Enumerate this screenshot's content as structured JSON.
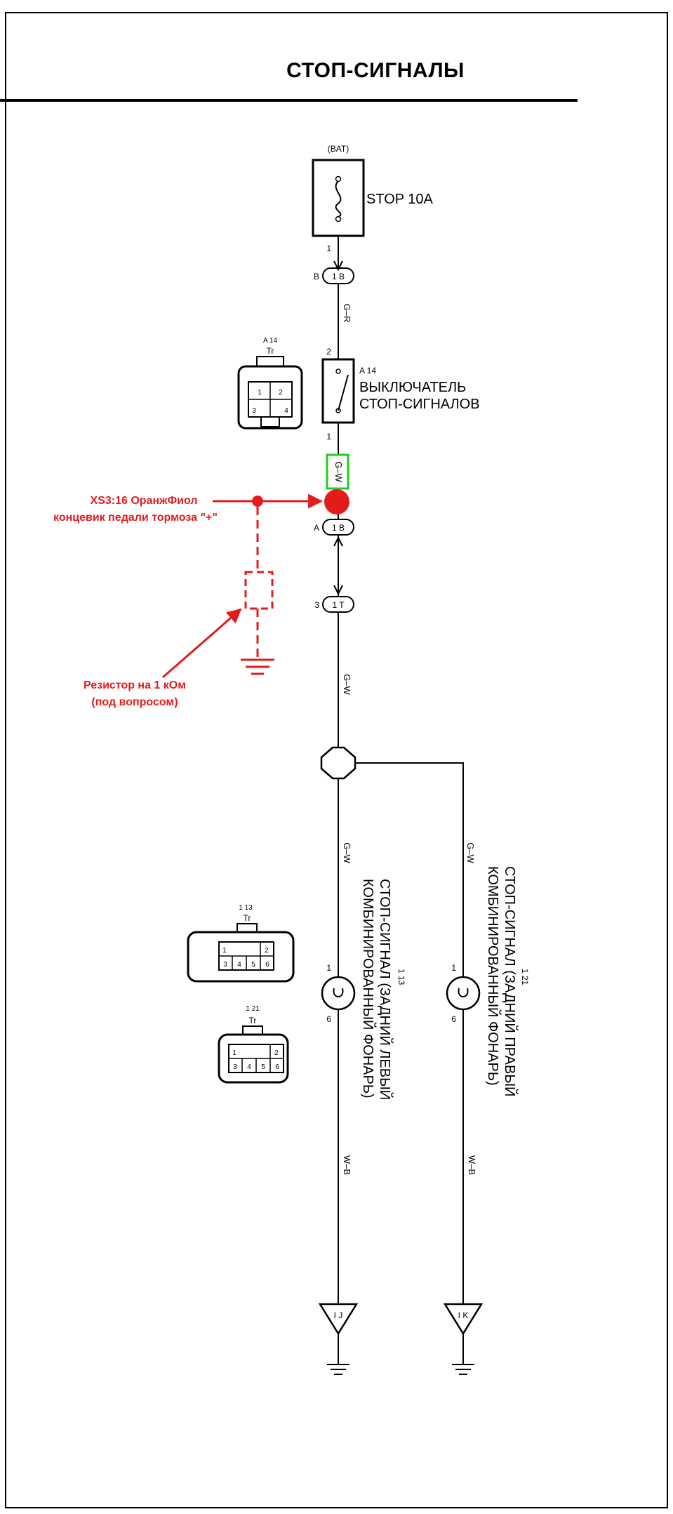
{
  "title": "СТОП-СИГНАЛЫ",
  "battery_label": "(BAT)",
  "fuse_label": "STOP 10A",
  "pin_labels": {
    "fuse_out": "1",
    "switch_in": "2",
    "switch_out": "1",
    "left_lamp_in": "1",
    "left_lamp_out": "6",
    "right_lamp_in": "1",
    "right_lamp_out": "6"
  },
  "connectors": {
    "c1": {
      "side": "B",
      "text": "1 B"
    },
    "c2": {
      "side": "A",
      "text": "1 B"
    },
    "c3": {
      "side": "3",
      "text": "1 T"
    }
  },
  "wire_colors": {
    "fuse_to_switch": "G–R",
    "switch_out": "G–W",
    "main": "G–W",
    "left_branch": "G–W",
    "right_branch": "G–W",
    "left_ground": "W–B",
    "right_ground": "W–B"
  },
  "switch": {
    "code": "A  14",
    "line1": "ВЫКЛЮЧАТЕЛЬ",
    "line2": "СТОП-СИГНАЛОВ",
    "view_code": "A  14",
    "view_sub": "Tr",
    "pins": [
      "1",
      "2",
      "3",
      "4"
    ]
  },
  "left_lamp": {
    "code": "1  13",
    "line1": "СТОП-СИГНАЛ (ЗАДНИЙ ЛЕВЫЙ",
    "line2": "КОМБИНИРОВАННЫЙ ФОНАРЬ)"
  },
  "right_lamp": {
    "code": "1  21",
    "line1": "СТОП-СИГНАЛ (ЗАДНИЙ ПРАВЫЙ",
    "line2": "КОМБИНИРОВАННЫЙ ФОНАРЬ)"
  },
  "lamp_connector_views": [
    {
      "code": "1  13",
      "sub": "Tr",
      "pins": [
        "1",
        "2",
        "3",
        "4",
        "5",
        "6"
      ]
    },
    {
      "code": "1  21",
      "sub": "Tr",
      "pins": [
        "1",
        "2",
        "3",
        "4",
        "5",
        "6"
      ]
    }
  ],
  "grounds": {
    "left": "I J",
    "right": "I K"
  },
  "annotations": {
    "tap_line1": "XS3:16 ОранжФиол",
    "tap_line2": "концевик педали тормоза \"+\"",
    "resistor_line1": "Резистор на 1 кОм",
    "resistor_line2": "(под вопросом)"
  },
  "colors": {
    "annotation": "#e41b1b",
    "highlight": "#22cc22",
    "ink": "#000000"
  }
}
